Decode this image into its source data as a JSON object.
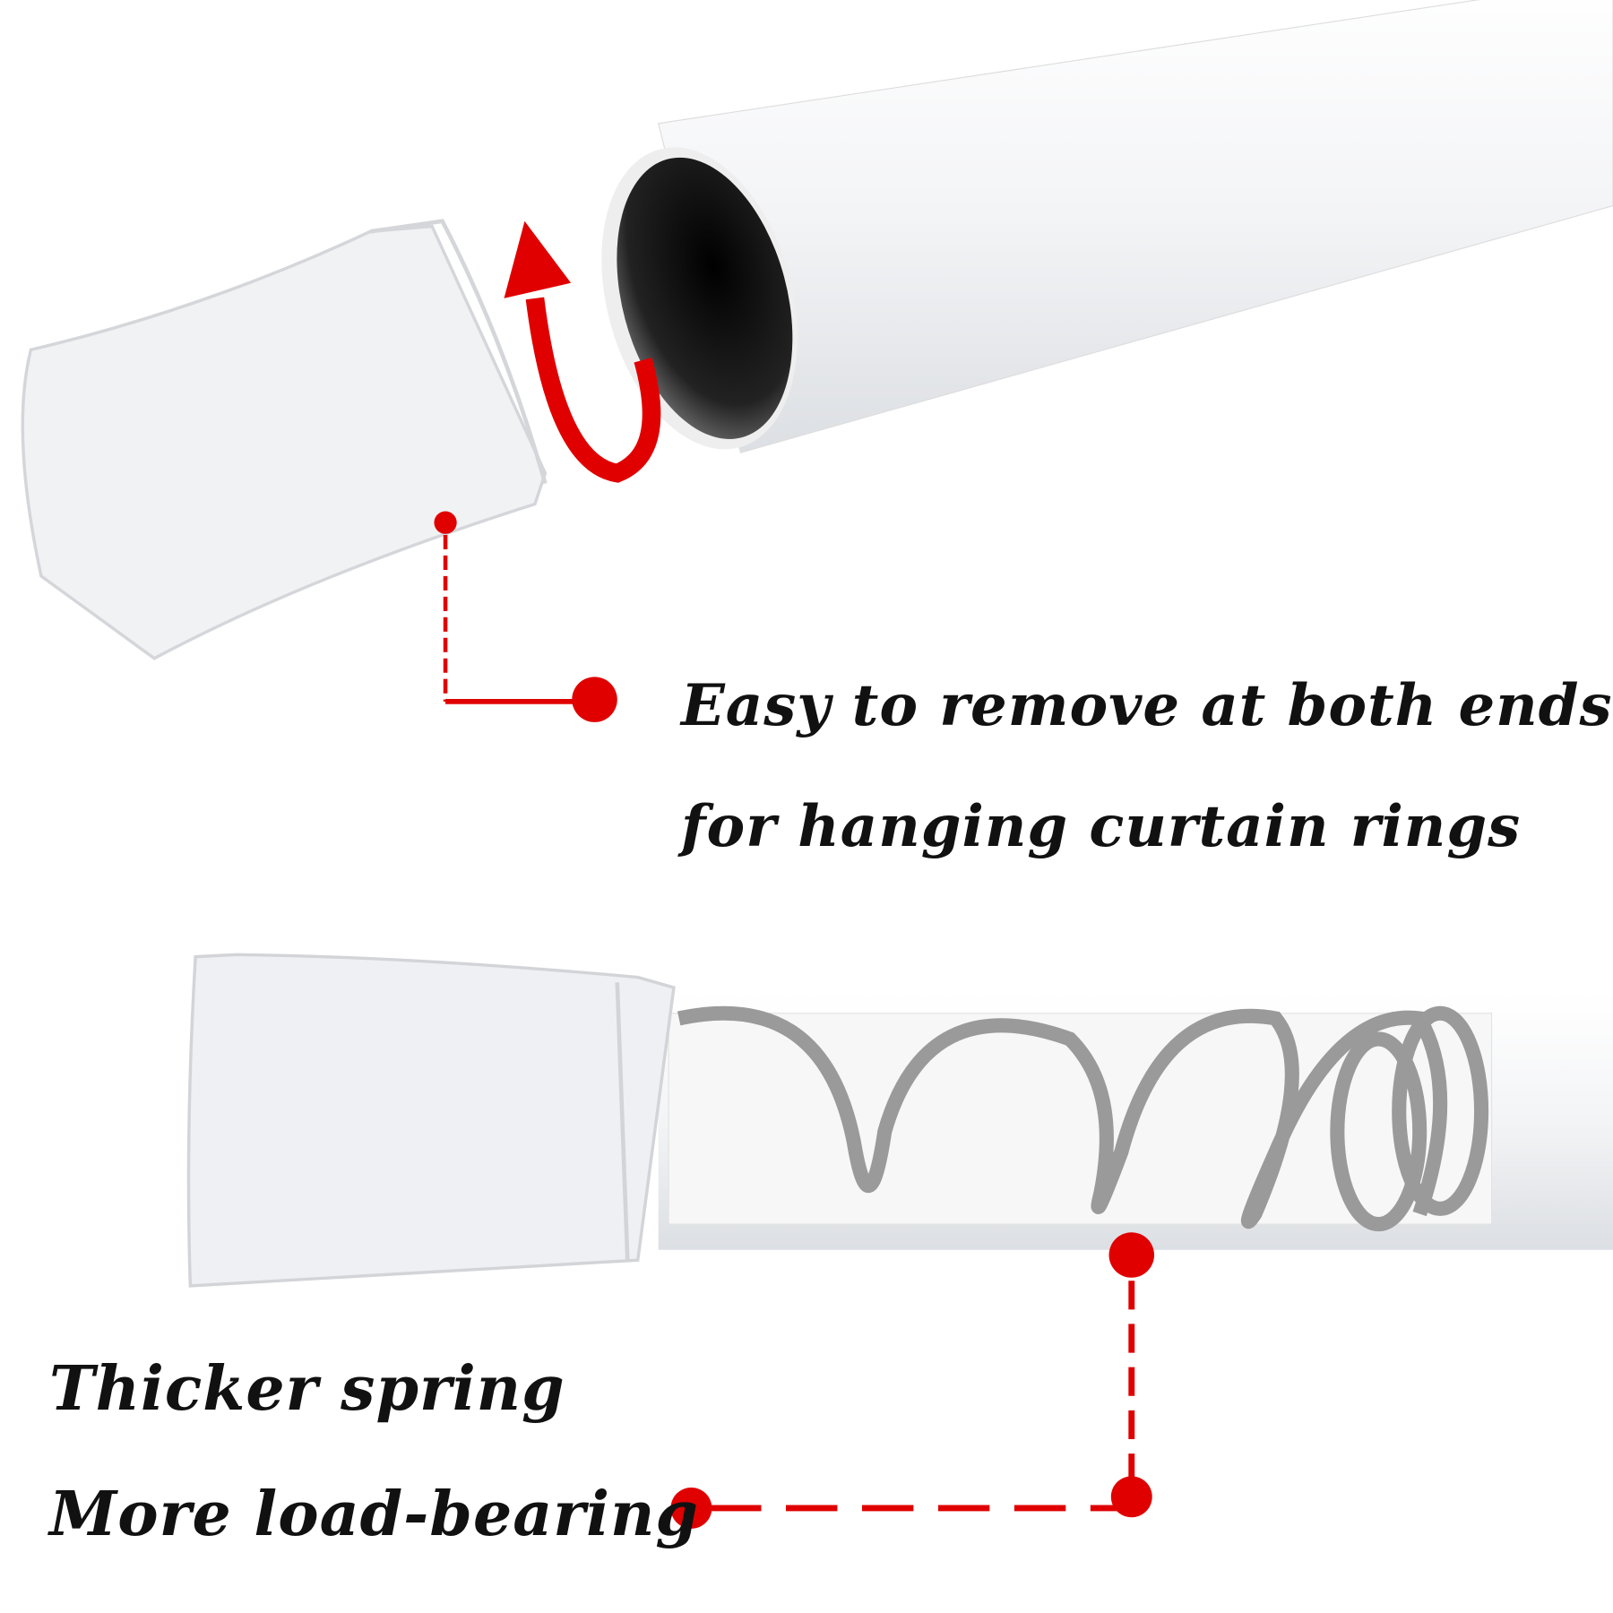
{
  "callouts": {
    "top_line1": "Easy to remove at both ends",
    "top_line2": "for hanging curtain rings",
    "bottom_line1": "Thicker spring",
    "bottom_line2": "More load-bearing"
  },
  "colors": {
    "accent": "#e00000",
    "rod": "#f4f5f7",
    "spring": "#9a9a9a",
    "text": "#111111"
  }
}
